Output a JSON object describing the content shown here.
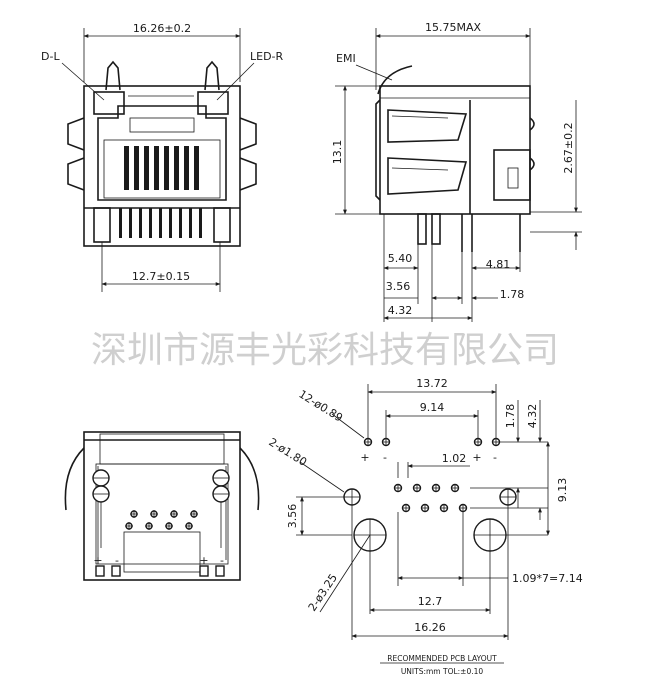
{
  "front_view": {
    "width_dim": "16.26±0.2",
    "pin_span_dim": "12.7±0.15",
    "label_left": "D-L",
    "label_right": "LED-R"
  },
  "side_view": {
    "length_dim": "15.75MAX",
    "height_dim": "13.1",
    "emi_label": "EMI",
    "offset_dim": "2.67±0.2",
    "dim_540": "5.40",
    "dim_481": "4.81",
    "dim_356": "3.56",
    "dim_178": "1.78",
    "dim_432": "4.32"
  },
  "watermark": "深圳市源丰光彩科技有限公司",
  "pcb_layout": {
    "dim_1372": "13.72",
    "dim_914": "9.14",
    "dim_102": "1.02",
    "dim_178": "1.78",
    "dim_432": "4.32",
    "dim_913": "9.13",
    "dim_356": "3.56",
    "hole_small": "12-ø0.89",
    "hole_mid": "2-ø1.80",
    "hole_big": "2-ø3.25",
    "pitch_dim": "1.09*7=7.14",
    "dim_127": "12.7",
    "dim_1626": "16.26",
    "plus": "+",
    "minus": "-",
    "title": "RECOMMENDED PCB LAYOUT",
    "units": "UNITS:mm TOL:±0.10"
  }
}
